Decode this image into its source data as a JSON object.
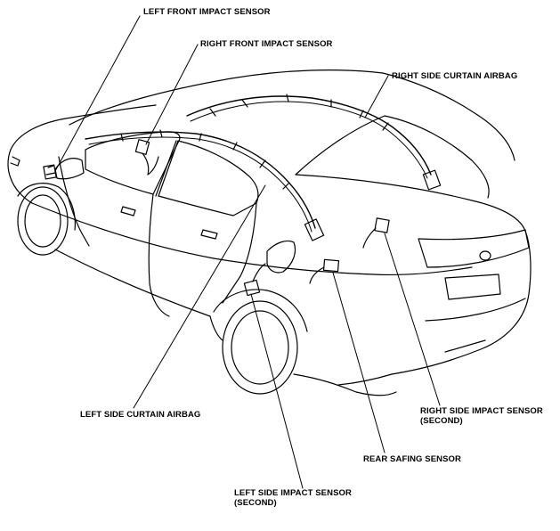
{
  "labels": {
    "left_front_impact_sensor": "LEFT FRONT IMPACT SENSOR",
    "right_front_impact_sensor": "RIGHT FRONT IMPACT SENSOR",
    "right_side_curtain_airbag": "RIGHT SIDE CURTAIN AIRBAG",
    "left_side_curtain_airbag": "LEFT SIDE CURTAIN AIRBAG",
    "right_side_impact_sensor_line1": "RIGHT SIDE IMPACT SENSOR",
    "right_side_impact_sensor_line2": "(SECOND)",
    "rear_safing_sensor": "REAR SAFING SENSOR",
    "left_side_impact_sensor_line1": "LEFT SIDE IMPACT SENSOR",
    "left_side_impact_sensor_line2": "(SECOND)"
  }
}
